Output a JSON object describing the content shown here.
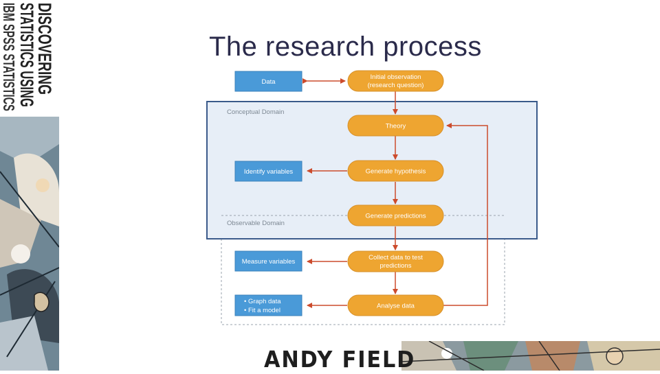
{
  "slide": {
    "title": "The research process",
    "author": "ANDY FIELD",
    "book_title_lines": [
      "DISCOVERING",
      "STATISTICS USING",
      "IBM SPSS STATISTICS"
    ]
  },
  "colors": {
    "blue_box": "#4a9ad8",
    "orange_box": "#eea531",
    "arrow": "#cc4b2c",
    "conceptual_fill": "#e7eef7",
    "frame_border": "#3a5a8a"
  },
  "diagram": {
    "conceptual_domain_label": "Conceptual Domain",
    "observable_domain_label": "Observable Domain",
    "process_steps": [
      [
        "Initial observation",
        "(research question)"
      ],
      [
        "Theory"
      ],
      [
        "Generate hypothesis"
      ],
      [
        "Generate predictions"
      ],
      [
        "Collect data to test",
        "predictions"
      ],
      [
        "Analyse data"
      ]
    ],
    "side_boxes": [
      [
        "Data"
      ],
      [
        "Identify variables"
      ],
      [
        "Measure variables"
      ],
      [
        "• Graph data",
        "• Fit a model"
      ]
    ]
  }
}
